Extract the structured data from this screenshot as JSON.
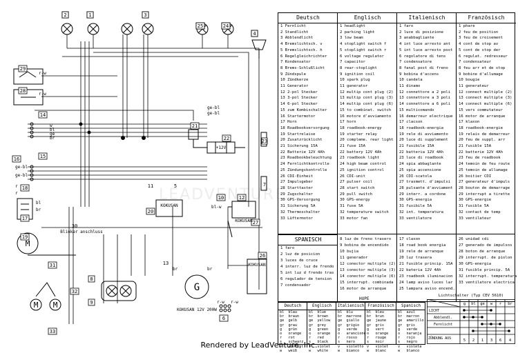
{
  "wiring": {
    "bulb_labels": [
      "2",
      "1",
      "3",
      "25",
      "24"
    ],
    "box_labels": [
      "4",
      "29",
      "28",
      "14",
      "15",
      "16",
      "18",
      "17",
      "21",
      "22",
      "23",
      "7",
      "19",
      "20",
      "30",
      "31",
      "32",
      "33",
      "26",
      "8",
      "9",
      "10",
      "12",
      "27",
      "6",
      "5",
      "11",
      "13"
    ],
    "wire_labels": [
      "ge-bl",
      "ge-bl",
      "w",
      "bl",
      "ge",
      "br",
      "r-w",
      "r-w",
      "ge-bl",
      "ge-bl",
      "r",
      "r",
      "bl",
      "br",
      "bl-w",
      "br",
      "br",
      "r-w",
      "r-w"
    ],
    "kokusan_small": "KOKUSAN",
    "kokusan_left": "KOKUSAN",
    "kokusan_cdi": "KOKUSAN",
    "generator_letter": "G",
    "generator_caption": "KOKUSAN 12V 200W",
    "blinker_caption": "Blinker anschluss",
    "battery_text": "+12V",
    "motor_letter": "M",
    "motor_letter_2": "M",
    "motor_letter_3": "M"
  },
  "legend": {
    "headers": [
      "Deutsch",
      "Englisch",
      "Italienisch",
      "Französisch"
    ],
    "deutsch": [
      "1 Fernlicht",
      "2 Standlicht",
      "3 Abblendlicht",
      "4 Bremslichtsch. v",
      "5 Bremslichtsch. h",
      "6 Regelgleichrichter",
      "7 Kondensator",
      "8 Brems-Schlußlicht",
      "9 Zündspule",
      "10 Zündkerze",
      "11 Generator",
      "12 2-pol Stecker",
      "13 3-pol Stecker",
      "14 6-pol Stecker",
      "15 zum Kombischalter",
      "16 Startermotor",
      "17 Horn",
      "18 Roadbookversorgung",
      "19 Startrelaise",
      "20 Zusatzrücklicht",
      "21 Sicherung 15A",
      "22 Batterie 12V 4Ah",
      "23 Roadbookbeleuchtung",
      "24 Fernlichtkontrolle",
      "25 Zündungskontrolle",
      "26 CDI-Einheit",
      "27 Impulsgeber",
      "28 Starttaster",
      "29 Zugschalter",
      "30 GPS-Versorgung",
      "31 Sicherung 5A",
      "32 Thermoschalter",
      "33 Lüftermotor"
    ],
    "englisch": [
      "1 headlight",
      "2 parking light",
      "3 low beam",
      "4 stoplight switch f",
      "5 stoplight switch r",
      "6 voltage regulator",
      "7 capacitor",
      "8 rear-stoplight",
      "9 ignition coil",
      "10 spark plug",
      "11 generator",
      "12 multip cont plug (2)",
      "13 multip cont plug (3)",
      "14 multip cont plug (6)",
      "15 to combinat. switch",
      "16 motore d'avviamento",
      "17 horn",
      "18 roadbook-energy",
      "19 starter relay",
      "20 compleme. rear light",
      "21 fuse 15A",
      "22 battery 12V 4Ah",
      "23 roadbook light",
      "24 high beam control",
      "25 ignition control",
      "26 CDI-unit",
      "27 pulser coil",
      "28 start switch",
      "29 pull switch",
      "30 GPS-energy",
      "31 fuse 5A",
      "32 temperature switch",
      "33 motor fan"
    ],
    "italienisch": [
      "1 faro",
      "2 luce di posizione",
      "3 anabbagliante",
      "4 int luce arresto ant",
      "5 int luce arresto post",
      "6 regolatore di tens",
      "7 condensatore",
      "8 fanal post di frenо",
      "9 bobina d'accens",
      "10 candela",
      "11 dinamo",
      "12 connettore a 2 poli",
      "13 connettore a 3 poli",
      "14 connettore a 6 poli",
      "15 multicomando",
      "16 demarreur electrique",
      "17 clacson",
      "18 roadbook-energia",
      "19 rele di avviamento",
      "20 luce di supplement",
      "21 fusibile 15A",
      "22 batteria 12V 4Ah",
      "23 luce di roadbook",
      "24 spia abbaglante",
      "25 spia accensione",
      "26 CDI-scatola",
      "27 trasmett. d'impulsi",
      "28 pulsante d'avviament",
      "29 interr. a cordone",
      "30 GPS-energia",
      "31 fusibile 5A",
      "32 int. temperatura",
      "33 ventilatore"
    ],
    "francais": [
      "1 phare",
      "2 feu de position",
      "3 feu de croisement",
      "4 cont de stop av",
      "5 cont de stop der",
      "6 regulat. redresseur",
      "7 condensateur",
      "8 feu arr et de stop",
      "9 bobine d'allumage",
      "10 bougie",
      "11 generateur",
      "12 connect multiple (2)",
      "13 connect multiple (3)",
      "14 connect multiple (6)",
      "15 vers commutateur",
      "16 motor de arranque",
      "17 klaxon",
      "18 roadbook-energie",
      "19 relais de demarreur",
      "20 feu de suppl. arr",
      "21 fusible 15A",
      "22 batterie 12V 4Ah",
      "23 feu de roadbook",
      "24 temoin de feu route",
      "25 temoin de allumage",
      "26 boitier CDI",
      "27 generateur d'impuls",
      "28 bouton de demarrage",
      "29 interrupt a tirette",
      "30 GPS-energie",
      "31 fusible 5A",
      "32 contact de temp",
      "33 ventilateur"
    ],
    "spanish_header": "SPANISCH",
    "spanisch_a": [
      "1 faro",
      "2 luz de posicion",
      "3 luces de cruce",
      "4 interr. luz de frendo",
      "5 int luz d frendo tras",
      "6 regulador de tension",
      "7 condensador"
    ],
    "spanisch_b": [
      "8 luz de freno trasero",
      "9 bobina de encendido",
      "10 bujia",
      "11 generador",
      "12 conector multiple (2)",
      "13 conector multiple (3)",
      "14 conector multiple (6)",
      "15 interrupt. combinada",
      "16 motor de arranque"
    ],
    "spanisch_c": [
      "17 claxon",
      "18 road book energia",
      "19 rele de arranque",
      "20 luz trasera",
      "21 fusible princip. 15A",
      "22 bateria 12V 4Ah",
      "23 roadbook iluminacion",
      "24 lamp aviso luces lar",
      "25 lampara aviso encend."
    ],
    "spanisch_d": [
      "26 unidad cdi",
      "27 generado de impulsos",
      "28 boton de arranque",
      "29 interrupt. de piolon",
      "30 GPS-energia",
      "31 fusible princip. 5A",
      "32 interrupt. temperatura",
      "33 ventilatore electrica"
    ]
  },
  "colors": {
    "headers": [
      "Deutsch",
      "Englisch",
      "Italienisch",
      "Französisch",
      "Spanisch"
    ],
    "deutsch": [
      "bl  blau",
      "br  braun",
      "ge  gelb",
      "gr  grau",
      "g   grün",
      "o   orange",
      "r   rot",
      "s   schwarz",
      "v   violett",
      "w   weiß"
    ],
    "englisch": [
      "bl  blue",
      "br  brown",
      "ge  yellow",
      "gr  grey",
      "g   green",
      "o   orange",
      "r   red",
      "s   black",
      "v   violet",
      "w   white"
    ],
    "italienisch": [
      "bl  blu",
      "br  marrone",
      "ge  giallo",
      "gr  grigio",
      "g   verde",
      "o   arancione",
      "r   rosso",
      "s   nero",
      "v   violetto",
      "w   bianco"
    ],
    "francais": [
      "bl  bleu",
      "br  brun",
      "ge  jaune",
      "gr  gris",
      "g   vert",
      "o   orange",
      "r   rouge",
      "s   noir",
      "v   violet",
      "w   blanc"
    ],
    "spanisch": [
      "bl  azul",
      "br  marron",
      "ge  amarillo",
      "gr  gris",
      "g   verde",
      "o   naranja",
      "r   rojo",
      "s   negro",
      "v   violeta",
      "w   blanco"
    ],
    "hupe": "HUPE"
  },
  "switch": {
    "title": "Lichtschalter (Typ CEV 5610)",
    "col_labels": [
      "g",
      "bl",
      "ge",
      "w",
      "r",
      "br"
    ],
    "row_labels": [
      "LICHT",
      "Abblendl.",
      "Fernlicht",
      "",
      "ZÜNDUNG AUS"
    ],
    "bottom_numbers": [
      "5",
      "2",
      "1",
      "3",
      "6",
      "4"
    ]
  },
  "footer": "Rendered by LeadVenture, Inc.",
  "watermark": "LEADVENTURE"
}
